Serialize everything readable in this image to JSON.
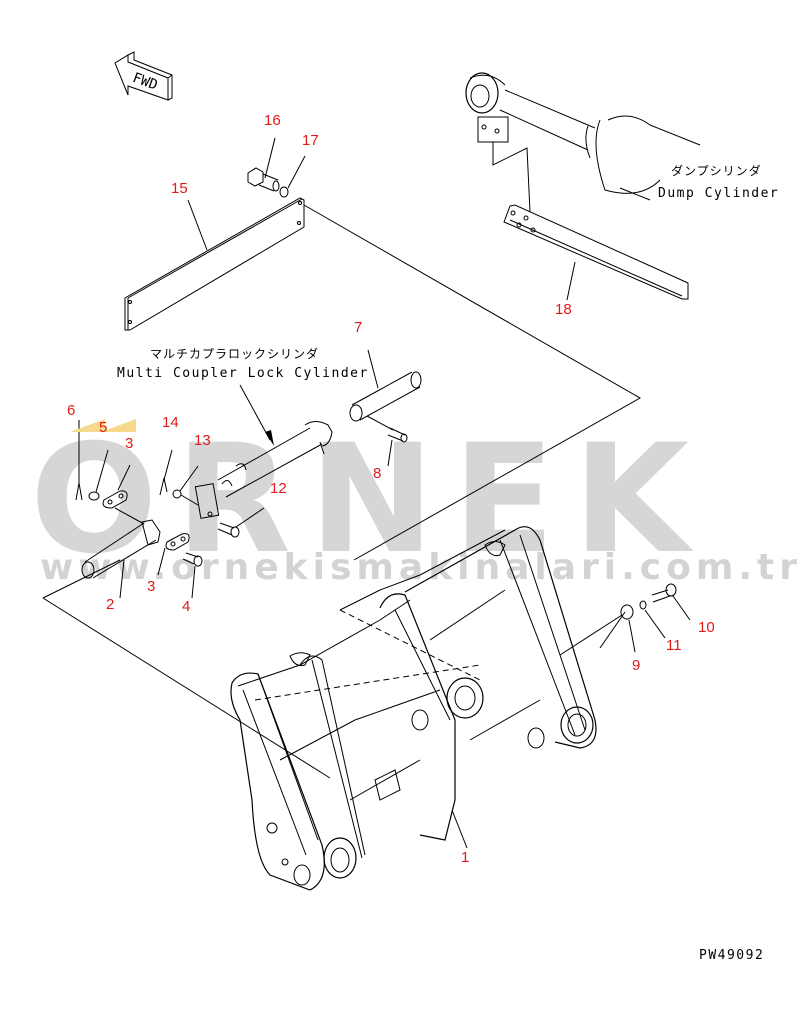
{
  "drawing": {
    "id": "PW49092",
    "forward_indicator": "FWD",
    "assemblies": [
      {
        "key": "dump_cylinder",
        "label_jp": "ダンプシリンダ",
        "label_en": "Dump Cylinder"
      },
      {
        "key": "multi_coupler_lock_cylinder",
        "label_jp": "マルチカプラロックシリンダ",
        "label_en": "Multi Coupler Lock Cylinder"
      }
    ]
  },
  "watermark": {
    "brand": "ORNEK",
    "url": "www.ornekismakinalari.com.tr"
  },
  "callouts": [
    {
      "number": "1",
      "part": "frame"
    },
    {
      "number": "2",
      "part": "pin"
    },
    {
      "number": "3",
      "part": "plate"
    },
    {
      "number": "3",
      "part": "plate"
    },
    {
      "number": "4",
      "part": "bolt"
    },
    {
      "number": "5",
      "part": "washer"
    },
    {
      "number": "6",
      "part": "cotter-pin"
    },
    {
      "number": "7",
      "part": "pin"
    },
    {
      "number": "8",
      "part": "pin"
    },
    {
      "number": "9",
      "part": "washer"
    },
    {
      "number": "10",
      "part": "bolt"
    },
    {
      "number": "11",
      "part": "spring-washer"
    },
    {
      "number": "12",
      "part": "bolt"
    },
    {
      "number": "13",
      "part": "washer"
    },
    {
      "number": "14",
      "part": "cotter-pin"
    },
    {
      "number": "15",
      "part": "plate"
    },
    {
      "number": "16",
      "part": "bolt"
    },
    {
      "number": "17",
      "part": "washer"
    },
    {
      "number": "18",
      "part": "bracket"
    }
  ],
  "colors": {
    "callout": "#e01a1a",
    "line": "#000000",
    "watermark": "#cfcfcf",
    "highlight_marker": "#f7d98b"
  }
}
